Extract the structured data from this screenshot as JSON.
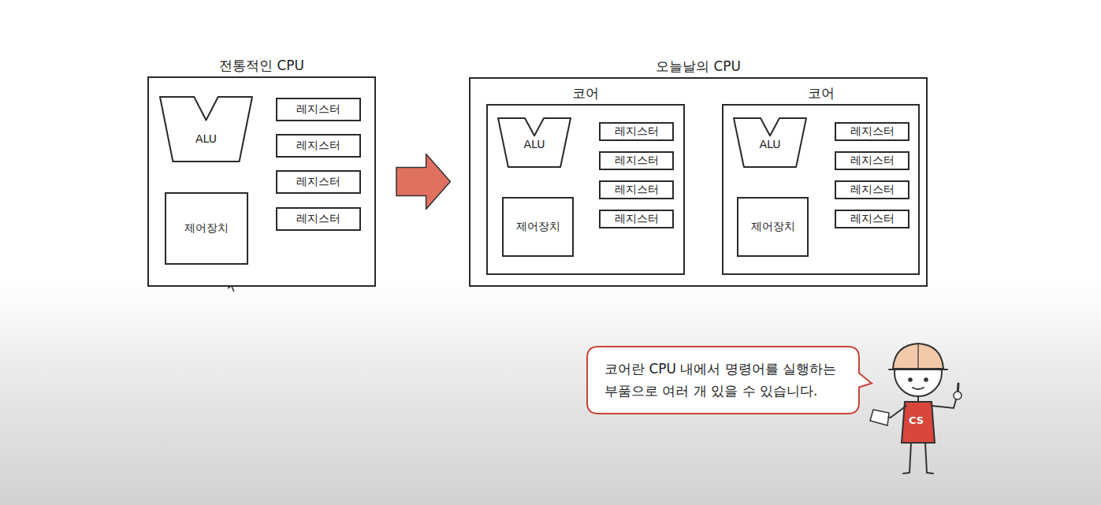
{
  "diagram": {
    "nodes": [
      {
        "text": [
          "전통적인 CPU"
        ]
      },
      {
        "text": [
          "ALU"
        ],
        "in": 0
      },
      {
        "text": [
          "레지스터"
        ],
        "in": 0
      },
      {
        "text": [
          "레지스터"
        ],
        "in": 0
      },
      {
        "text": [
          "레지스터"
        ],
        "in": 0
      },
      {
        "text": [
          "레지스터"
        ],
        "in": 0
      },
      {
        "text": [
          "제어장치"
        ],
        "in": 0
      },
      {
        "text": [
          "오늘날의 CPU"
        ]
      },
      {
        "text": [
          "코어"
        ],
        "in": 7
      },
      {
        "text": [
          "ALU"
        ],
        "in": 8
      },
      {
        "text": [
          "레지스터"
        ],
        "in": 8
      },
      {
        "text": [
          "레지스터"
        ],
        "in": 8
      },
      {
        "text": [
          "레지스터"
        ],
        "in": 8
      },
      {
        "text": [
          "레지스터"
        ],
        "in": 8
      },
      {
        "text": [
          "제어장치"
        ],
        "in": 8
      },
      {
        "text": [
          "코어"
        ],
        "in": 7
      },
      {
        "text": [
          "ALU"
        ],
        "in": 15
      },
      {
        "text": [
          "레지스터"
        ],
        "in": 15
      },
      {
        "text": [
          "레지스터"
        ],
        "in": 15
      },
      {
        "text": [
          "레지스터"
        ],
        "in": 15
      },
      {
        "text": [
          "레지스터"
        ],
        "in": 15
      },
      {
        "text": [
          "제어장치"
        ],
        "in": 15
      },
      {
        "text": [
          "코어란 CPU 내에서 명령어를 실행하는 부품으로 여러 개 있을 수 있습니다."
        ]
      }
    ],
    "edges": [
      {
        "from": 0,
        "to": 7,
        "arrow": "to"
      }
    ],
    "labels": [
      "CS"
    ]
  }
}
